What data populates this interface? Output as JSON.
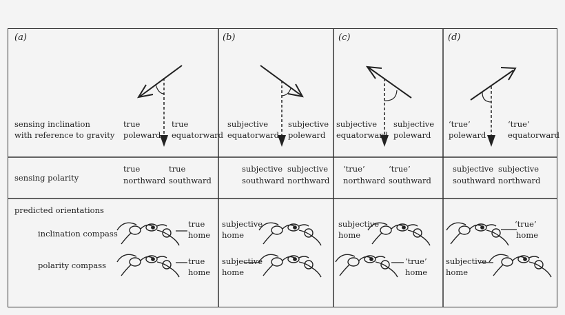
{
  "panels": [
    {
      "label": "(a)",
      "inclination": {
        "left": [
          "true",
          "poleward"
        ],
        "right": [
          "true",
          "equatorward"
        ]
      },
      "polarity": {
        "left": [
          "true",
          "northward"
        ],
        "right": [
          "true",
          "southward"
        ]
      },
      "inclination_compass": {
        "label": [
          "true",
          "home"
        ]
      },
      "polarity_compass": {
        "label": [
          "true",
          "home"
        ]
      }
    },
    {
      "label": "(b)",
      "inclination": {
        "left": [
          "subjective",
          "equatorward"
        ],
        "right": [
          "subjective",
          "poleward"
        ]
      },
      "polarity": {
        "left": [
          "subjective",
          "southward"
        ],
        "right": [
          "subjective",
          "northward"
        ]
      },
      "inclination_compass": {
        "label": [
          "subjective",
          "home"
        ]
      },
      "polarity_compass": {
        "label": [
          "subjective",
          "home"
        ]
      }
    },
    {
      "label": "(c)",
      "inclination": {
        "left": [
          "subjective",
          "equatorward"
        ],
        "right": [
          "subjective",
          "poleward"
        ]
      },
      "polarity": {
        "left": [
          "‘true’",
          "northward"
        ],
        "right": [
          "‘true’",
          "southward"
        ]
      },
      "inclination_compass": {
        "label": [
          "subjective",
          "home"
        ]
      },
      "polarity_compass": {
        "label": [
          "‘true’",
          "home"
        ]
      }
    },
    {
      "label": "(d)",
      "inclination": {
        "left": [
          "‘true’",
          "poleward"
        ],
        "right": [
          "‘true’",
          "equatorward"
        ]
      },
      "polarity": {
        "left": [
          "subjective",
          "southward"
        ],
        "right": [
          "subjective",
          "northward"
        ]
      },
      "inclination_compass": {
        "label": [
          "‘true’",
          "home"
        ]
      },
      "polarity_compass": {
        "label": [
          "subjective",
          "home"
        ]
      }
    }
  ],
  "rows": {
    "inclination": [
      "sensing inclination",
      "with reference to gravity"
    ],
    "polarity": "sensing  polarity",
    "predicted": "predicted orientations",
    "inclination_compass": "inclination compass",
    "polarity_compass": "polarity compass"
  }
}
